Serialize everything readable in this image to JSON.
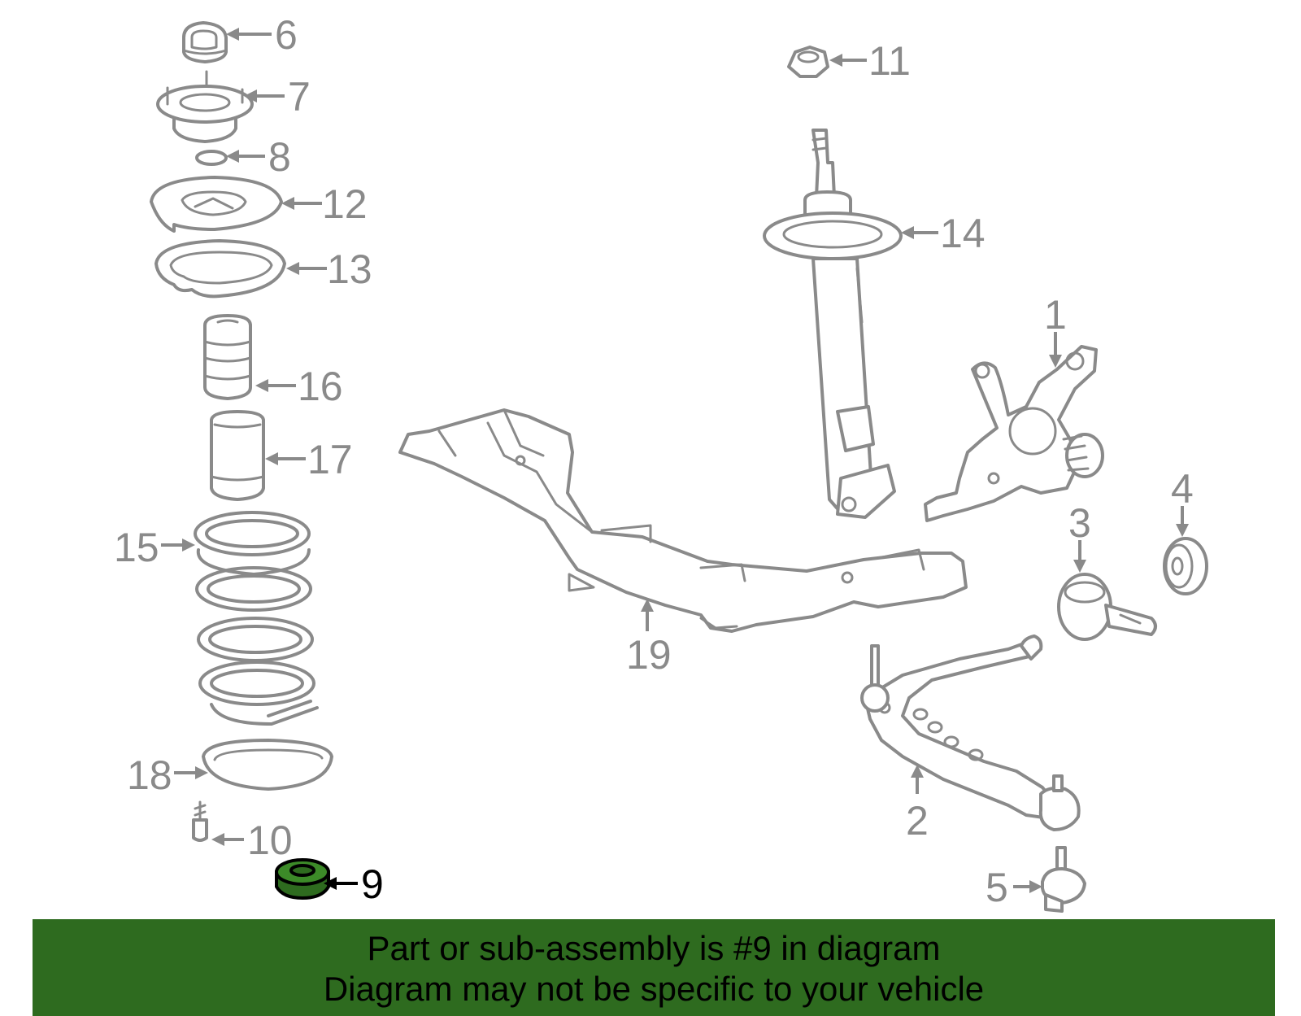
{
  "callouts": {
    "c1": "1",
    "c2": "2",
    "c3": "3",
    "c4": "4",
    "c5": "5",
    "c6": "6",
    "c7": "7",
    "c8": "8",
    "c9": "9",
    "c10": "10",
    "c11": "11",
    "c12": "12",
    "c13": "13",
    "c14": "14",
    "c15": "15",
    "c16": "16",
    "c17": "17",
    "c18": "18",
    "c19": "19"
  },
  "highlighted_part": "9",
  "colors": {
    "banner": "#2e6b1f",
    "line_art": "#8a8a8a",
    "highlight_part": "#2e6b1f",
    "highlight_text": "#000000"
  },
  "banner": {
    "line1": "Part or sub-assembly is #9 in diagram",
    "line2": "Diagram may not be specific to your vehicle"
  }
}
